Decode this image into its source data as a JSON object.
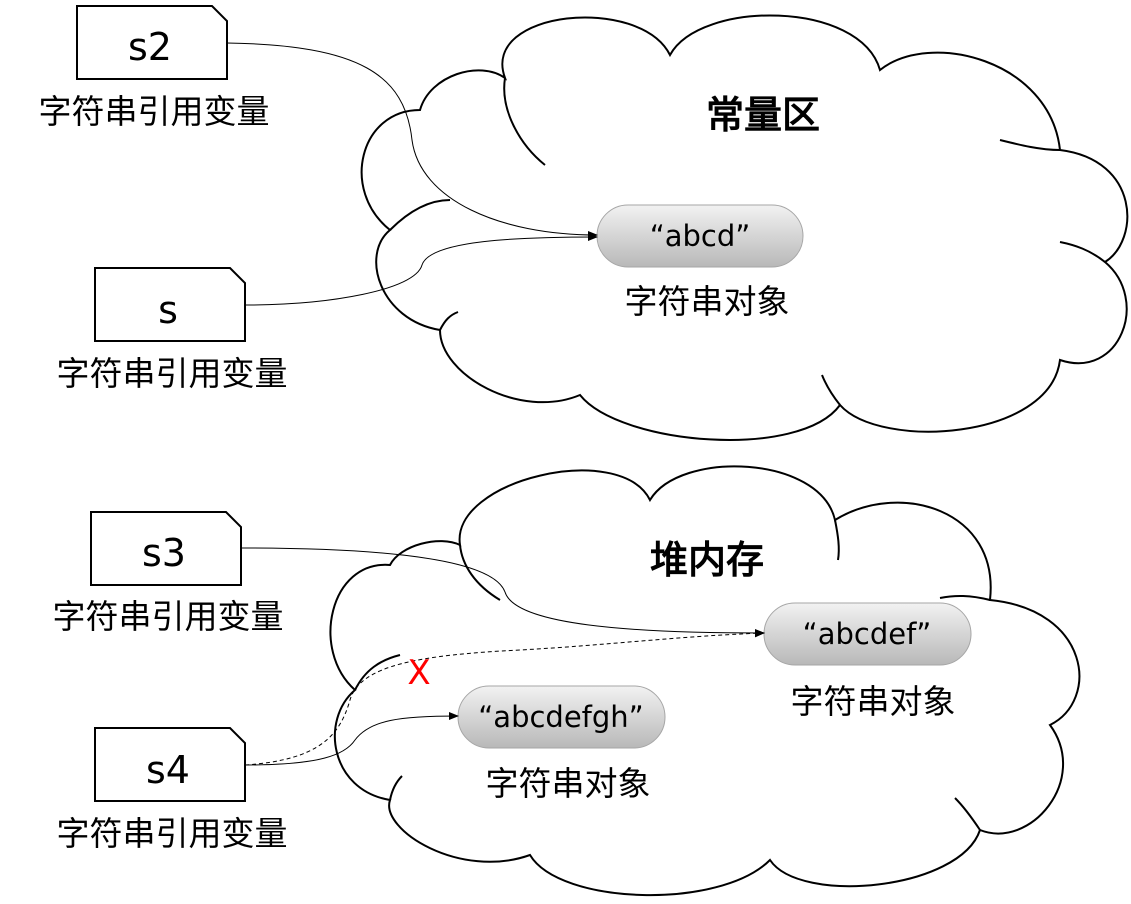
{
  "regions": {
    "constant_pool": {
      "title": "常量区"
    },
    "heap": {
      "title": "堆内存"
    }
  },
  "variables": {
    "s2": {
      "name": "s2",
      "caption": "字符串引用变量"
    },
    "s": {
      "name": "s",
      "caption": "字符串引用变量"
    },
    "s3": {
      "name": "s3",
      "caption": "字符串引用变量"
    },
    "s4": {
      "name": "s4",
      "caption": "字符串引用变量"
    }
  },
  "objects": {
    "abcd": {
      "value": "“abcd”",
      "caption": "字符串对象"
    },
    "abcdef": {
      "value": "“abcdef”",
      "caption": "字符串对象"
    },
    "abcdefgh": {
      "value": "“abcdefgh”",
      "caption": "字符串对象"
    }
  },
  "broken_reference_mark": "X",
  "colors": {
    "pill_light": "#f2f2f2",
    "pill_dark": "#b8b8b8",
    "cross": "#ff0000"
  }
}
